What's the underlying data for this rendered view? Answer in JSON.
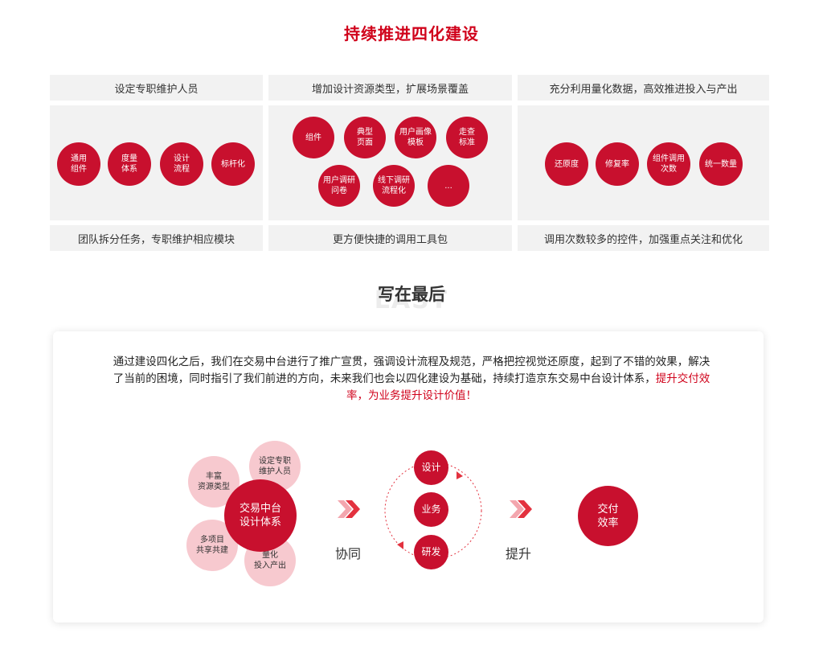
{
  "section1": {
    "title": "持续推进四化建设",
    "columns": [
      {
        "header": "设定专职维护人员",
        "circles": [
          "通用\n组件",
          "度量\n体系",
          "设计\n流程",
          "标杆化"
        ],
        "footer": "团队拆分任务，专职维护相应模块"
      },
      {
        "header": "增加设计资源类型，扩展场景覆盖",
        "circles": [
          "组件",
          "典型\n页面",
          "用户画像\n模板",
          "走查\n标准",
          "用户调研\n问卷",
          "线下调研\n流程化",
          "..."
        ],
        "footer": "更方便快捷的调用工具包"
      },
      {
        "header": "充分利用量化数据，高效推进投入与产出",
        "circles": [
          "还原度",
          "修复率",
          "组件调用\n次数",
          "统一数量"
        ],
        "footer": "调用次数较多的控件，加强重点关注和优化"
      }
    ]
  },
  "section2": {
    "title": "写在最后",
    "watermark": "LAST",
    "paragraph_main": "通过建设四化之后，我们在交易中台进行了推广宣贯，强调设计流程及规范，严格把控视觉还原度，起到了不错的效果，解决了当前的困境，同时指引了我们前进的方向，未来我们也会以四化建设为基础，持续打造京东交易中台设计体系，",
    "paragraph_highlight": "提升交付效率，为业务提升设计价值！",
    "diagram": {
      "center": "交易中台\n设计体系",
      "satellites": [
        "丰富\n资源类型",
        "设定专职\n维护人员",
        "多项目\n共享共建",
        "量化\n投入产出"
      ],
      "label_collab": "协同",
      "cycle": [
        "设计",
        "业务",
        "研发"
      ],
      "label_boost": "提升",
      "result": "交付\n效率"
    }
  },
  "colors": {
    "accent": "#c8102e",
    "pink": "#f7c9cf",
    "panel": "#f2f2f2"
  }
}
